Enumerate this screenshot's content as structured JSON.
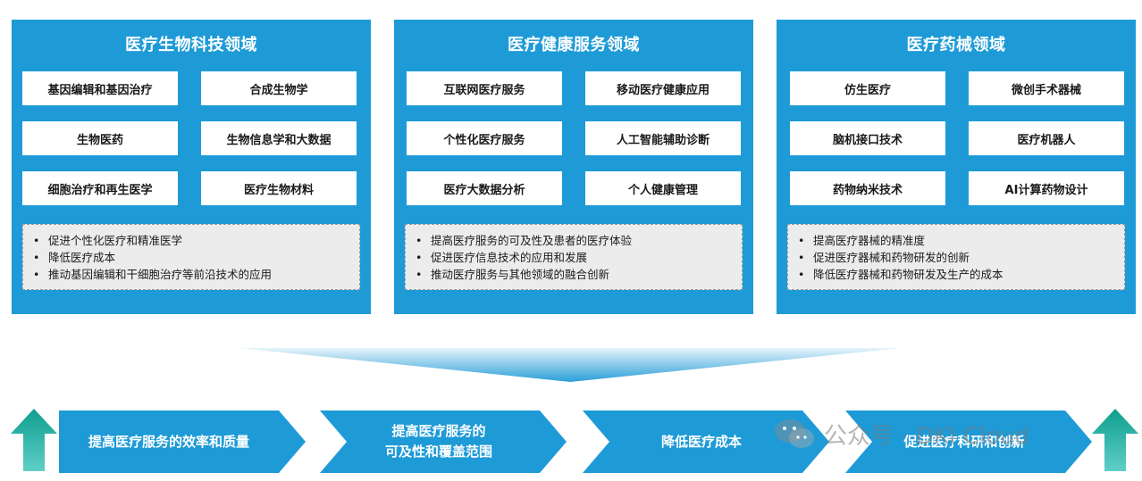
{
  "panels": [
    {
      "title": "医疗生物科技领域",
      "items": [
        "基因编辑和基因治疗",
        "合成生物学",
        "生物医药",
        "生物信息学和大数据",
        "细胞治疗和再生医学",
        "医疗生物材料"
      ],
      "benefits": [
        "促进个性化医疗和精准医学",
        "降低医疗成本",
        "推动基因编辑和干细胞治疗等前沿技术的应用"
      ]
    },
    {
      "title": "医疗健康服务领域",
      "items": [
        "互联网医疗服务",
        "移动医疗健康应用",
        "个性化医疗服务",
        "人工智能辅助诊断",
        "医疗大数据分析",
        "个人健康管理"
      ],
      "benefits": [
        "提高医疗服务的可及性及患者的医疗体验",
        "促进医疗信息技术的应用和发展",
        "推动医疗服务与其他领域的融合创新"
      ]
    },
    {
      "title": "医疗药械领域",
      "items": [
        "仿生医疗",
        "微创手术器械",
        "脑机接口技术",
        "医疗机器人",
        "药物纳米技术",
        "AI计算药物设计"
      ],
      "benefits": [
        "提高医疗器械的精准度",
        "促进医疗器械和药物研发的创新",
        "降低医疗器械和药物研发及生产的成本"
      ]
    }
  ],
  "outcomes": [
    "提高医疗服务的效率和质量",
    "提高医疗服务的\n可及性和覆盖范围",
    "降低医疗成本",
    "促进医疗科研和创新"
  ],
  "watermark": "公众号 · DKI Cloud",
  "colors": {
    "primary": "#1e9bd7",
    "arrow_up": "#13a49a",
    "benefit_bg": "#ececec"
  }
}
